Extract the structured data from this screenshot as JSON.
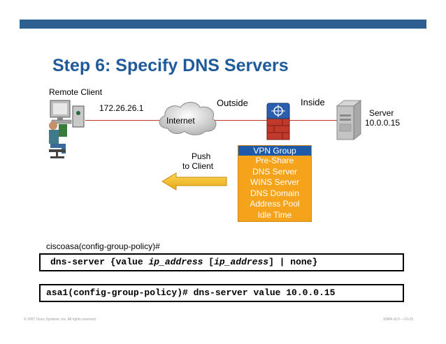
{
  "slide": {
    "title": "Step 6: Specify DNS Servers",
    "footer_left": "© 2007 Cisco Systems, Inc. All rights reserved.",
    "footer_right": "SNPA v5.0 —10-29"
  },
  "diagram": {
    "remote_client_label": "Remote Client",
    "client_ip": "172.26.26.1",
    "cloud_label": "Internet",
    "outside_label": "Outside",
    "inside_label": "Inside",
    "server_label": "Server",
    "server_ip": "10.0.0.15",
    "push_label_line1": "Push",
    "push_label_line2": "to Client",
    "vpn_group": {
      "header": "VPN Group",
      "items": [
        "Pre-Share",
        "DNS Server",
        "WINS Server",
        "DNS Domain",
        "Address Pool",
        "Idle Time"
      ]
    }
  },
  "commands": {
    "mode_label": "ciscoasa(config-group-policy)#",
    "syntax": {
      "prefix": "dns-server {value ",
      "arg1": "ip_address",
      "mid": " [",
      "arg2": "ip_address",
      "suffix": "] | none}"
    },
    "example": "asa1(config-group-policy)# dns-server value 10.0.0.15"
  },
  "colors": {
    "title": "#1f5a9a",
    "bar": "#2d5f91",
    "vpn_box": "#f5a31a",
    "vpn_header": "#1f5aa8",
    "arrow": "#f5c02a",
    "link_line": "#c0392b"
  }
}
